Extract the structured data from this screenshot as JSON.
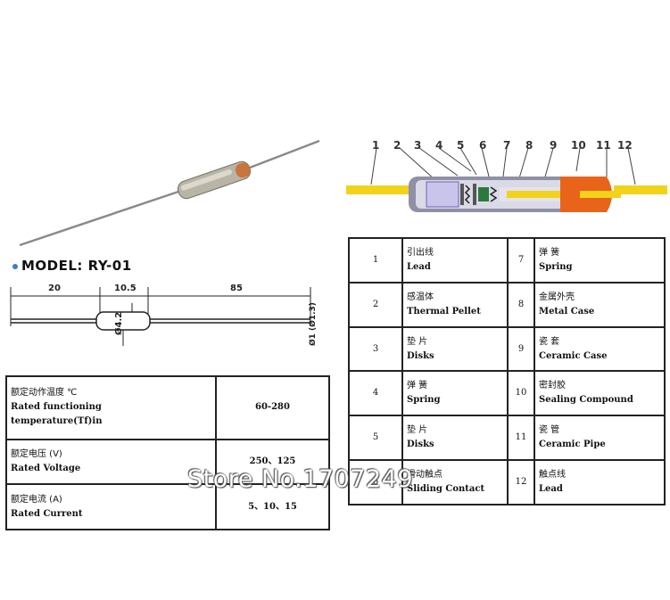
{
  "model_label": "MODEL: RY-01",
  "dimensions": {
    "left_lead": "20",
    "body_len": "10.5",
    "right_lead": "85",
    "body_dia": "Ø4.2",
    "lead_dia_a": "Ø1",
    "lead_dia_b": "(Ø1.3)"
  },
  "part_numbers": [
    "1",
    "2",
    "3",
    "4",
    "5",
    "6",
    "7",
    "8",
    "9",
    "10",
    "11",
    "12"
  ],
  "spec_table": [
    {
      "cn": "额定动作温度 ℃",
      "en1": "Rated functioning",
      "en2": "temperature(Tf)in",
      "value": "60-280"
    },
    {
      "cn": "额定电压 (V)",
      "en1": "Rated Voltage",
      "en2": "",
      "value": "250、125"
    },
    {
      "cn": "额定电流 (A)",
      "en1": "Rated Current",
      "en2": "",
      "value": "5、10、15"
    }
  ],
  "parts_table": [
    {
      "n1": "1",
      "cn1": "引出线",
      "en1": "Lead",
      "n2": "7",
      "cn2": "弹 簧",
      "en2": "Spring"
    },
    {
      "n1": "2",
      "cn1": "感温体",
      "en1": "Thermal Pellet",
      "n2": "8",
      "cn2": "金属外壳",
      "en2": "Metal Case"
    },
    {
      "n1": "3",
      "cn1": "垫 片",
      "en1": "Disks",
      "n2": "9",
      "cn2": "瓷 套",
      "en2": "Ceramic Case"
    },
    {
      "n1": "4",
      "cn1": "弹 簧",
      "en1": "Spring",
      "n2": "10",
      "cn2": "密封胶",
      "en2": "Sealing Compound"
    },
    {
      "n1": "5",
      "cn1": "垫 片",
      "en1": "Disks",
      "n2": "11",
      "cn2": "瓷 管",
      "en2": "Ceramic Pipe"
    },
    {
      "n1": "6",
      "cn1": "滑动触点",
      "en1": "Sliding Contact",
      "n2": "12",
      "cn2": "触点线",
      "en2": "Lead"
    }
  ],
  "watermark": "Store No.1707249",
  "colors": {
    "lead": "#f2d21a",
    "cap": "#e8641a",
    "case": "#8f8fa6",
    "pellet": "#c9c4ea"
  }
}
